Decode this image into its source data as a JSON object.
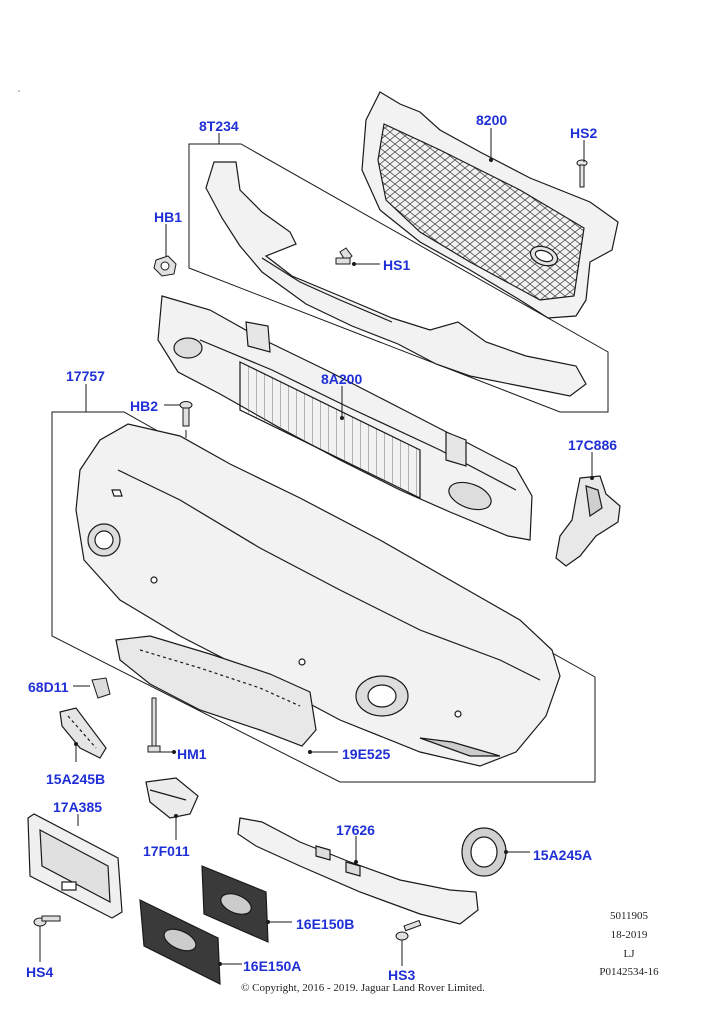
{
  "parts": {
    "p8T234": "8T234",
    "p8200": "8200",
    "pHS2": "HS2",
    "pHB1": "HB1",
    "pHS1": "HS1",
    "p17757": "17757",
    "p8A200": "8A200",
    "pHB2": "HB2",
    "p17C886": "17C886",
    "p68D11": "68D11",
    "pHM1": "HM1",
    "p19E525": "19E525",
    "p15A245B": "15A245B",
    "p17A385": "17A385",
    "p17F011": "17F011",
    "p17626": "17626",
    "p15A245A": "15A245A",
    "p16E150B": "16E150B",
    "p16E150A": "16E150A",
    "pHS4": "HS4",
    "pHS3": "HS3"
  },
  "meta": {
    "line1": "5011905",
    "line2": "18-2019",
    "line3": "LJ",
    "line4": "P0142534-16"
  },
  "copyright": "© Copyright, 2016 - 2019. Jaguar Land Rover Limited.",
  "colors": {
    "callout": "#1f2fd6",
    "line": "#1a1a1a",
    "part_fill": "#f2f2f2",
    "shade": "#bfbfbf"
  }
}
